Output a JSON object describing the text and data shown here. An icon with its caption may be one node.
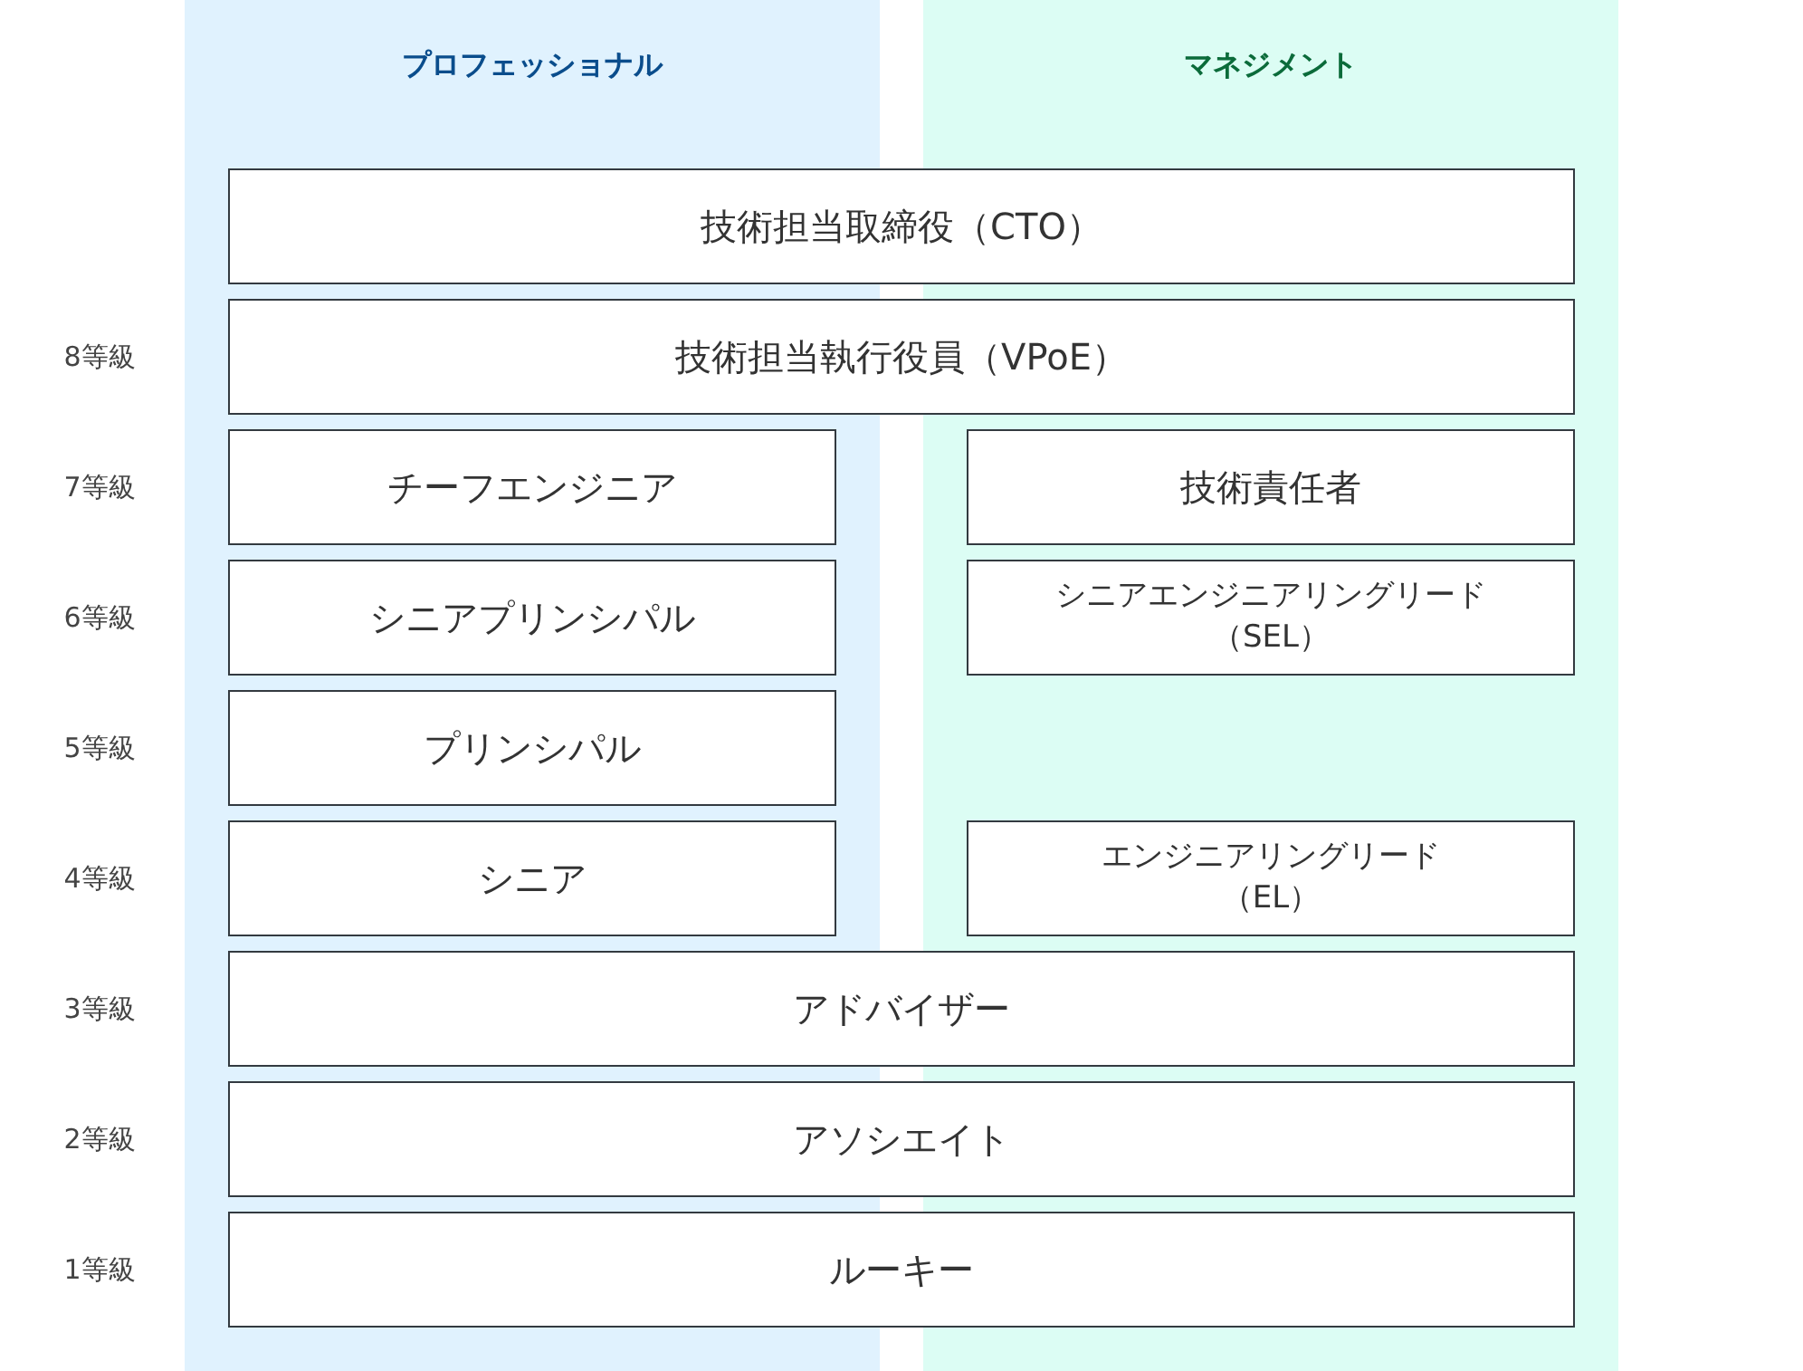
{
  "diagram": {
    "nodes": [
      {
        "text": [
          "プロフェッショナル"
        ]
      },
      {
        "text": [
          "マネジメント"
        ]
      },
      {
        "text": [
          "技術担当取締役（CTO）"
        ]
      },
      {
        "text": [
          "技術担当執行役員（VPoE）"
        ]
      },
      {
        "text": [
          "チーフエンジニア"
        ],
        "in": 0
      },
      {
        "text": [
          "技術責任者"
        ],
        "in": 1
      },
      {
        "text": [
          "シニアプリンシパル"
        ],
        "in": 0
      },
      {
        "text": [
          "シニアエンジニアリングリード（SEL）"
        ],
        "in": 1
      },
      {
        "text": [
          "プリンシパル"
        ],
        "in": 0
      },
      {
        "text": [
          "シニア"
        ],
        "in": 0
      },
      {
        "text": [
          "エンジニアリングリード（EL）"
        ],
        "in": 1
      },
      {
        "text": [
          "アドバイザー"
        ]
      },
      {
        "text": [
          "アソシエイト"
        ]
      },
      {
        "text": [
          "ルーキー"
        ]
      }
    ],
    "labels": [
      "8等級",
      "7等級",
      "6等級",
      "5等級",
      "4等級",
      "3等級",
      "2等級",
      "1等級"
    ]
  }
}
